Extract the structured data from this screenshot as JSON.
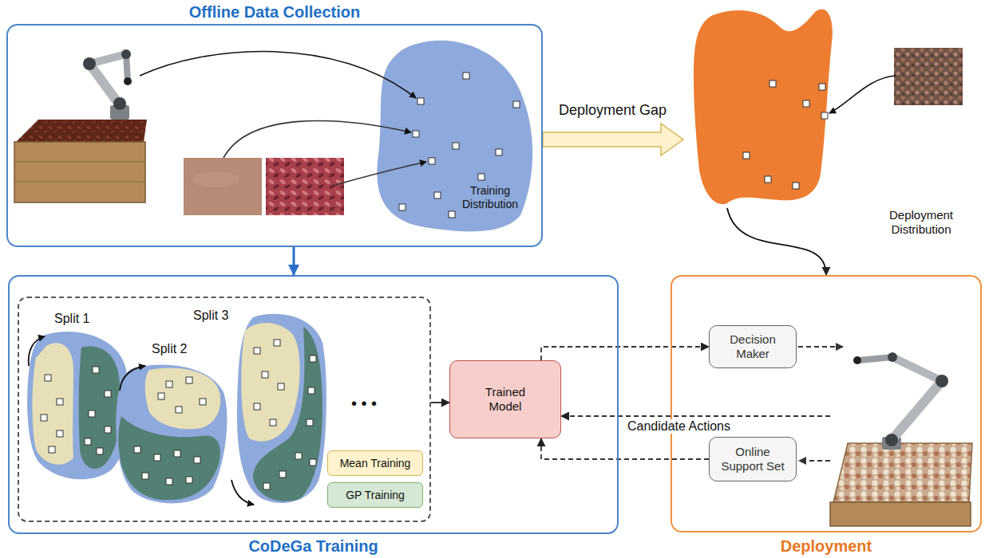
{
  "diagram": {
    "nodes": [
      {
        "text": [
          "Offline Data Collection"
        ]
      },
      {
        "text": [
          "Training Distribution"
        ],
        "in": 0
      },
      {
        "text": [
          "Deployment Distribution"
        ]
      },
      {
        "text": [
          "CoDeGa Training"
        ]
      },
      {
        "text": [
          "• • •"
        ],
        "in": 3
      },
      {
        "text": [
          "Split 1"
        ],
        "in": 4
      },
      {
        "text": [
          "Split 2"
        ],
        "in": 4
      },
      {
        "text": [
          "Split 3"
        ],
        "in": 4
      },
      {
        "text": [
          "Trained Model"
        ],
        "in": 3
      },
      {
        "text": [
          "Deployment"
        ]
      },
      {
        "text": [
          "Decision Maker"
        ],
        "in": 9
      },
      {
        "text": [
          "Online Support Set"
        ],
        "in": 9
      }
    ],
    "edges": [
      {
        "from": 0,
        "to": 3,
        "arrow": "to"
      },
      {
        "from": 0,
        "to": 2,
        "label": "Deployment Gap",
        "arrow": "to"
      },
      {
        "from": 2,
        "to": 9,
        "arrow": "to"
      },
      {
        "from": 4,
        "to": 8,
        "arrow": "to"
      },
      {
        "from": 8,
        "to": 10,
        "arrow": "to"
      },
      {
        "from": 9,
        "to": 8,
        "label": "Candidate Actions",
        "arrow": "to"
      },
      {
        "from": 11,
        "to": 8,
        "arrow": "to"
      }
    ],
    "legend": [
      {
        "text": "Mean Training",
        "color": "#fff2cc"
      },
      {
        "text": "GP Training",
        "color": "#d5e8d4"
      }
    ]
  }
}
